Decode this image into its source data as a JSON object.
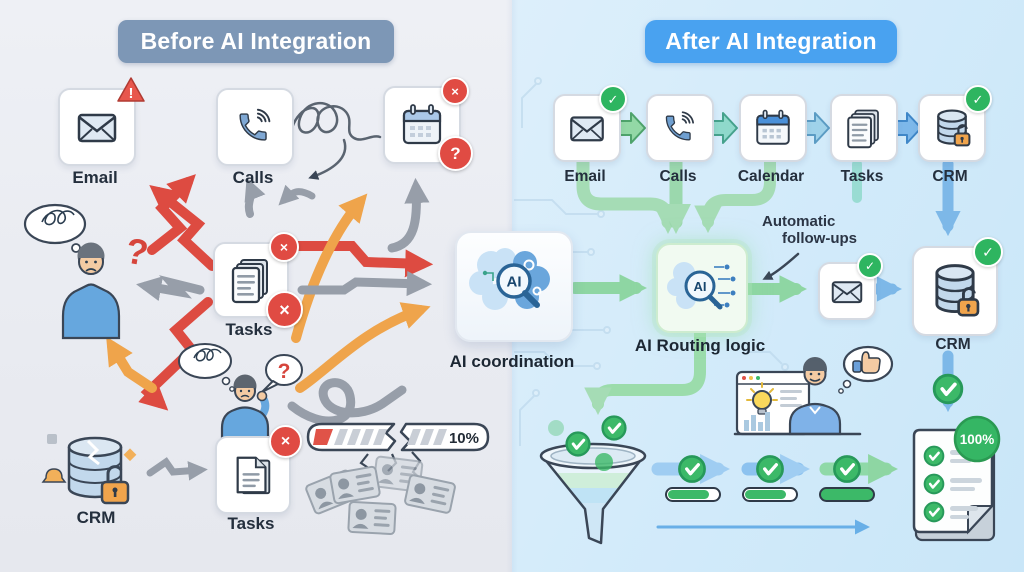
{
  "colors": {
    "left_bg": "#e9ebf1",
    "right_bg": "#d3ebfa",
    "left_banner": "#7d97b6",
    "right_banner": "#49a2f0",
    "red": "#dd4b41",
    "orange": "#efa44b",
    "gray": "#979ea9",
    "green": "#3cb968",
    "teal": "#8fd9cb",
    "blue": "#7db8e8",
    "text_dark": "#242f3d"
  },
  "before": {
    "title": "Before AI Integration",
    "icons": {
      "email": "Email",
      "calls": "Calls",
      "tasks": "Tasks",
      "crm": "CRM",
      "tasks2": "Tasks"
    },
    "progress": "10%",
    "glyphs": {
      "warning": "!",
      "error": "×",
      "question": "?"
    }
  },
  "center": {
    "label": "AI coordination",
    "ai": "AI"
  },
  "after": {
    "title": "After AI Integration",
    "flow": [
      "Email",
      "Calls",
      "Calendar",
      "Tasks",
      "CRM"
    ],
    "routing": "AI Routing logic",
    "ai": "AI",
    "annotation1": "Automatic",
    "annotation2": "follow-ups",
    "crm": "CRM",
    "progress": "100%",
    "glyphs": {
      "check": "✓"
    }
  }
}
